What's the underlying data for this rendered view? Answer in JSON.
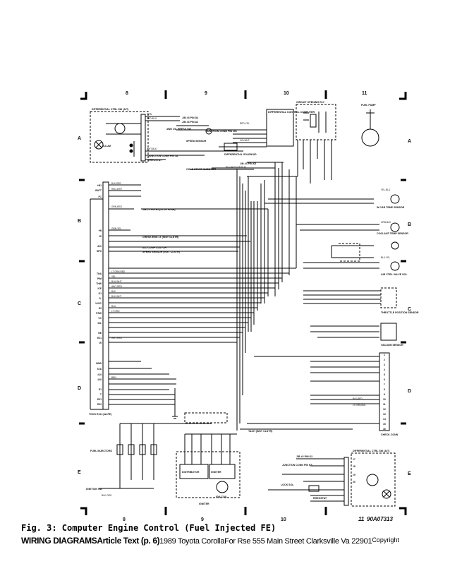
{
  "grid_columns": [
    "8",
    "9",
    "10",
    "11"
  ],
  "grid_rows": [
    "A",
    "B",
    "C",
    "D",
    "E"
  ],
  "figure_code": "90A07313",
  "caption": "Fig. 3:   Computer Engine Control (Fuel Injected FE)",
  "footer": {
    "section": "WIRING DIAGRAMS",
    "article": "Article Text (p. 6)",
    "vehicle": "1989 Toyota Corolla",
    "owner": "For Rse 555 Main Street Clarksville Va 22901",
    "copyright": "Copyright"
  },
  "components": {
    "diff_ctrl_sw_top": "DIFFERENTIAL CTRL SW (A/T)",
    "diff_ctrl_computer": "DIFFERENTIAL CONTROL COMPUTER",
    "circuit_opening_rly": "CIRCUIT OPENING RLY",
    "fuel_pump": "FUEL PUMP",
    "illum": "ILLUM",
    "awd_oil_press_sw": "4WD OIL PRESS SW",
    "speed_sensor": "SPEED SENSOR",
    "junction_conn_01": "JUNCTION CONN PIN #01",
    "junction_conn_a": "JUNCTION CONN PIN #A",
    "diff_solenoid": "DIFFERENTIAL SOLENOID",
    "rheostat": "RHEOSTAT",
    "cold_start_injector": "COLD START INJECTOR",
    "jb_stop_fuse": "J/B #1 PIN E5 (STOP FUSE)",
    "check_eng_lt": "CHECK ENG LT (INST CLSTR)",
    "ac_comp_clutch": "A/C COMP CLUTCH",
    "speed_sensor_inst": "SPEED SENSOR (INST CLSTR)",
    "tach_inst": "TACH (INST CLSTR)",
    "ecu": "TOCS ECU (4A-FE)",
    "fuel_injectors": "FUEL INJECTORS",
    "ignition_sw": "IGNITION SW",
    "distributor": "DISTRIBUTOR",
    "igniter": "IGNITER",
    "ign_coil": "IGN COIL",
    "igniter_label": "IGNITER",
    "water_temp_sensor": "W CAR TEMP SENSOR",
    "coolant_temp_sensor": "COOLANT TEMP SENSOR",
    "air_ctrl_valve": "AIR CTRL VALVE SOL",
    "throttle_sensor": "THROTTLE POSITION SENSOR",
    "vacuum_sensor": "VACUUM SENSOR",
    "check_conn": "CHECK CONN",
    "diff_ctrl_sw_bottom": "DIFFERENTIAL CTRL SW (A/T)",
    "jb_pin_k2": "J/B #2 PIN K2",
    "junction_conn_k5": "JUNCTION CONN PIN K5",
    "lock_sol": "LOCK SOL",
    "rheostat_b": "RHEOSTAT",
    "jb_pin_d4": "J/B #3 PIN D4",
    "jb_pin_a2": "J/B #3 PIN A2",
    "jb_pin_k3": "J/B #3 PIN K3"
  },
  "ecu_pins": [
    "+B1",
    "BATT",
    "FC",
    "+B",
    "W",
    "A/C",
    "SPD",
    "THA",
    "PIM",
    "THW",
    "ICF",
    "G1",
    "G-",
    "V-ISC",
    "E2",
    "PSW",
    "VC",
    "IDL",
    "NE",
    "E21",
    "W",
    "NSW",
    "STA",
    "#10",
    "#20",
    "E1",
    "T",
    "E01",
    "E02"
  ],
  "wire_labels": [
    "GRN",
    "RED-BLU",
    "RED-YEL",
    "WHT-BLK",
    "BLK-RED",
    "GRN-RED",
    "GRN-YEL",
    "RED-WHT",
    "YEL",
    "BLU-WHT",
    "LT GRN-RED",
    "WHT-RED",
    "BLK",
    "BLK-WHT",
    "BLU",
    "BRN",
    "LT GRN",
    "BLK-ORG",
    "WHT-RED",
    "YEL-BLU",
    "GRN-BLK",
    "BLK-YEL",
    "VIO-WHT",
    "BLK-WHT (OR BLK)",
    "BLK-RED",
    "LT GRN-BLK"
  ],
  "connector_pins": [
    "1",
    "2",
    "3",
    "4",
    "5",
    "6",
    "7",
    "8",
    "9",
    "10",
    "11",
    "12",
    "13",
    "14",
    "15",
    "16",
    "17",
    "18",
    "19",
    "20"
  ]
}
